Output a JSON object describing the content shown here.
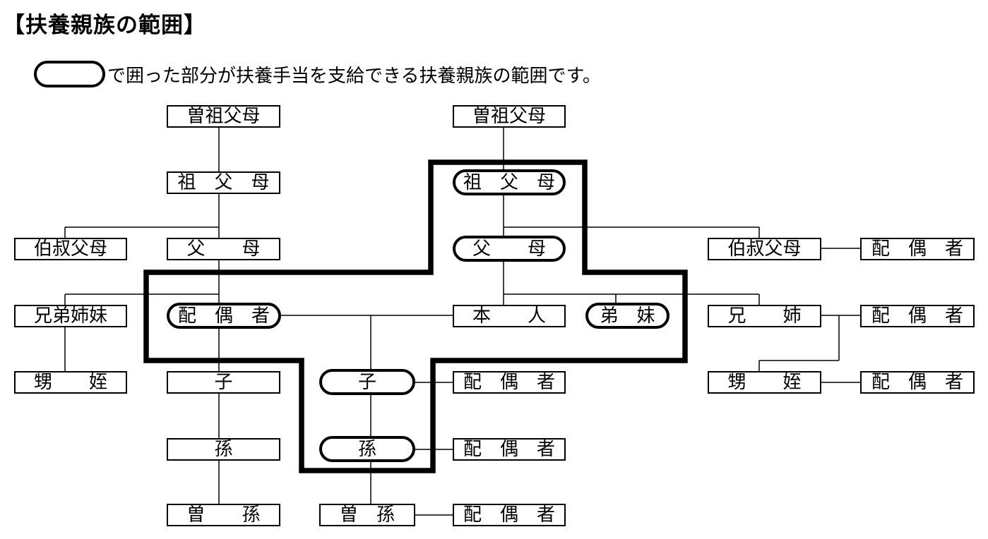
{
  "title": "【扶養親族の範囲】",
  "legend": {
    "marker": "rounded-outline-stadium",
    "text": "で囲った部分が扶養手当を支給できる扶養親族の範囲です。"
  },
  "colors": {
    "ink": "#000000",
    "background": "#ffffff"
  },
  "tree": {
    "eligible_shape": "stadium",
    "nodes": [
      {
        "id": "great-grandparents-left",
        "label": "曽祖父母",
        "shape": "box",
        "eligible": false
      },
      {
        "id": "great-grandparents-right",
        "label": "曽祖父母",
        "shape": "box",
        "eligible": false
      },
      {
        "id": "grandparents-left",
        "label": "祖　父　母",
        "shape": "box",
        "eligible": false
      },
      {
        "id": "grandparents-eligible",
        "label": "祖　父　母",
        "shape": "stadium",
        "eligible": true
      },
      {
        "id": "uncles-aunts-left",
        "label": "伯叔父母",
        "shape": "box",
        "eligible": false
      },
      {
        "id": "parents-left",
        "label": "父　　母",
        "shape": "box",
        "eligible": false
      },
      {
        "id": "parents-eligible",
        "label": "父　　母",
        "shape": "stadium",
        "eligible": true
      },
      {
        "id": "uncles-aunts-right",
        "label": "伯叔父母",
        "shape": "box",
        "eligible": false
      },
      {
        "id": "uncles-aunts-spouse",
        "label": "配　偶　者",
        "shape": "box",
        "eligible": false
      },
      {
        "id": "siblings-left",
        "label": "兄弟姉妹",
        "shape": "box",
        "eligible": false
      },
      {
        "id": "spouse-eligible",
        "label": "配　偶　者",
        "shape": "stadium",
        "eligible": true
      },
      {
        "id": "self",
        "label": "本　　人",
        "shape": "box",
        "eligible": false
      },
      {
        "id": "younger-siblings-eligible",
        "label": "弟　妹",
        "shape": "stadium",
        "eligible": true
      },
      {
        "id": "elder-siblings",
        "label": "兄　　姉",
        "shape": "box",
        "eligible": false
      },
      {
        "id": "elder-siblings-spouse",
        "label": "配　偶　者",
        "shape": "box",
        "eligible": false
      },
      {
        "id": "nephews-nieces-left",
        "label": "甥　　姪",
        "shape": "box",
        "eligible": false
      },
      {
        "id": "child-left",
        "label": "子",
        "shape": "box",
        "eligible": false
      },
      {
        "id": "child-eligible",
        "label": "子",
        "shape": "stadium",
        "eligible": true
      },
      {
        "id": "child-spouse",
        "label": "配　偶　者",
        "shape": "box",
        "eligible": false
      },
      {
        "id": "nephews-nieces-right",
        "label": "甥　　姪",
        "shape": "box",
        "eligible": false
      },
      {
        "id": "nephews-nieces-spouse",
        "label": "配　偶　者",
        "shape": "box",
        "eligible": false
      },
      {
        "id": "grandchild-left",
        "label": "孫",
        "shape": "box",
        "eligible": false
      },
      {
        "id": "grandchild-eligible",
        "label": "孫",
        "shape": "stadium",
        "eligible": true
      },
      {
        "id": "grandchild-spouse",
        "label": "配　偶　者",
        "shape": "box",
        "eligible": false
      },
      {
        "id": "great-grandchild-left",
        "label": "曽　　孫",
        "shape": "box",
        "eligible": false
      },
      {
        "id": "great-grandchild-mid",
        "label": "曽　孫",
        "shape": "box",
        "eligible": false
      },
      {
        "id": "great-grandchild-spouse",
        "label": "配　偶　者",
        "shape": "box",
        "eligible": false
      }
    ]
  }
}
